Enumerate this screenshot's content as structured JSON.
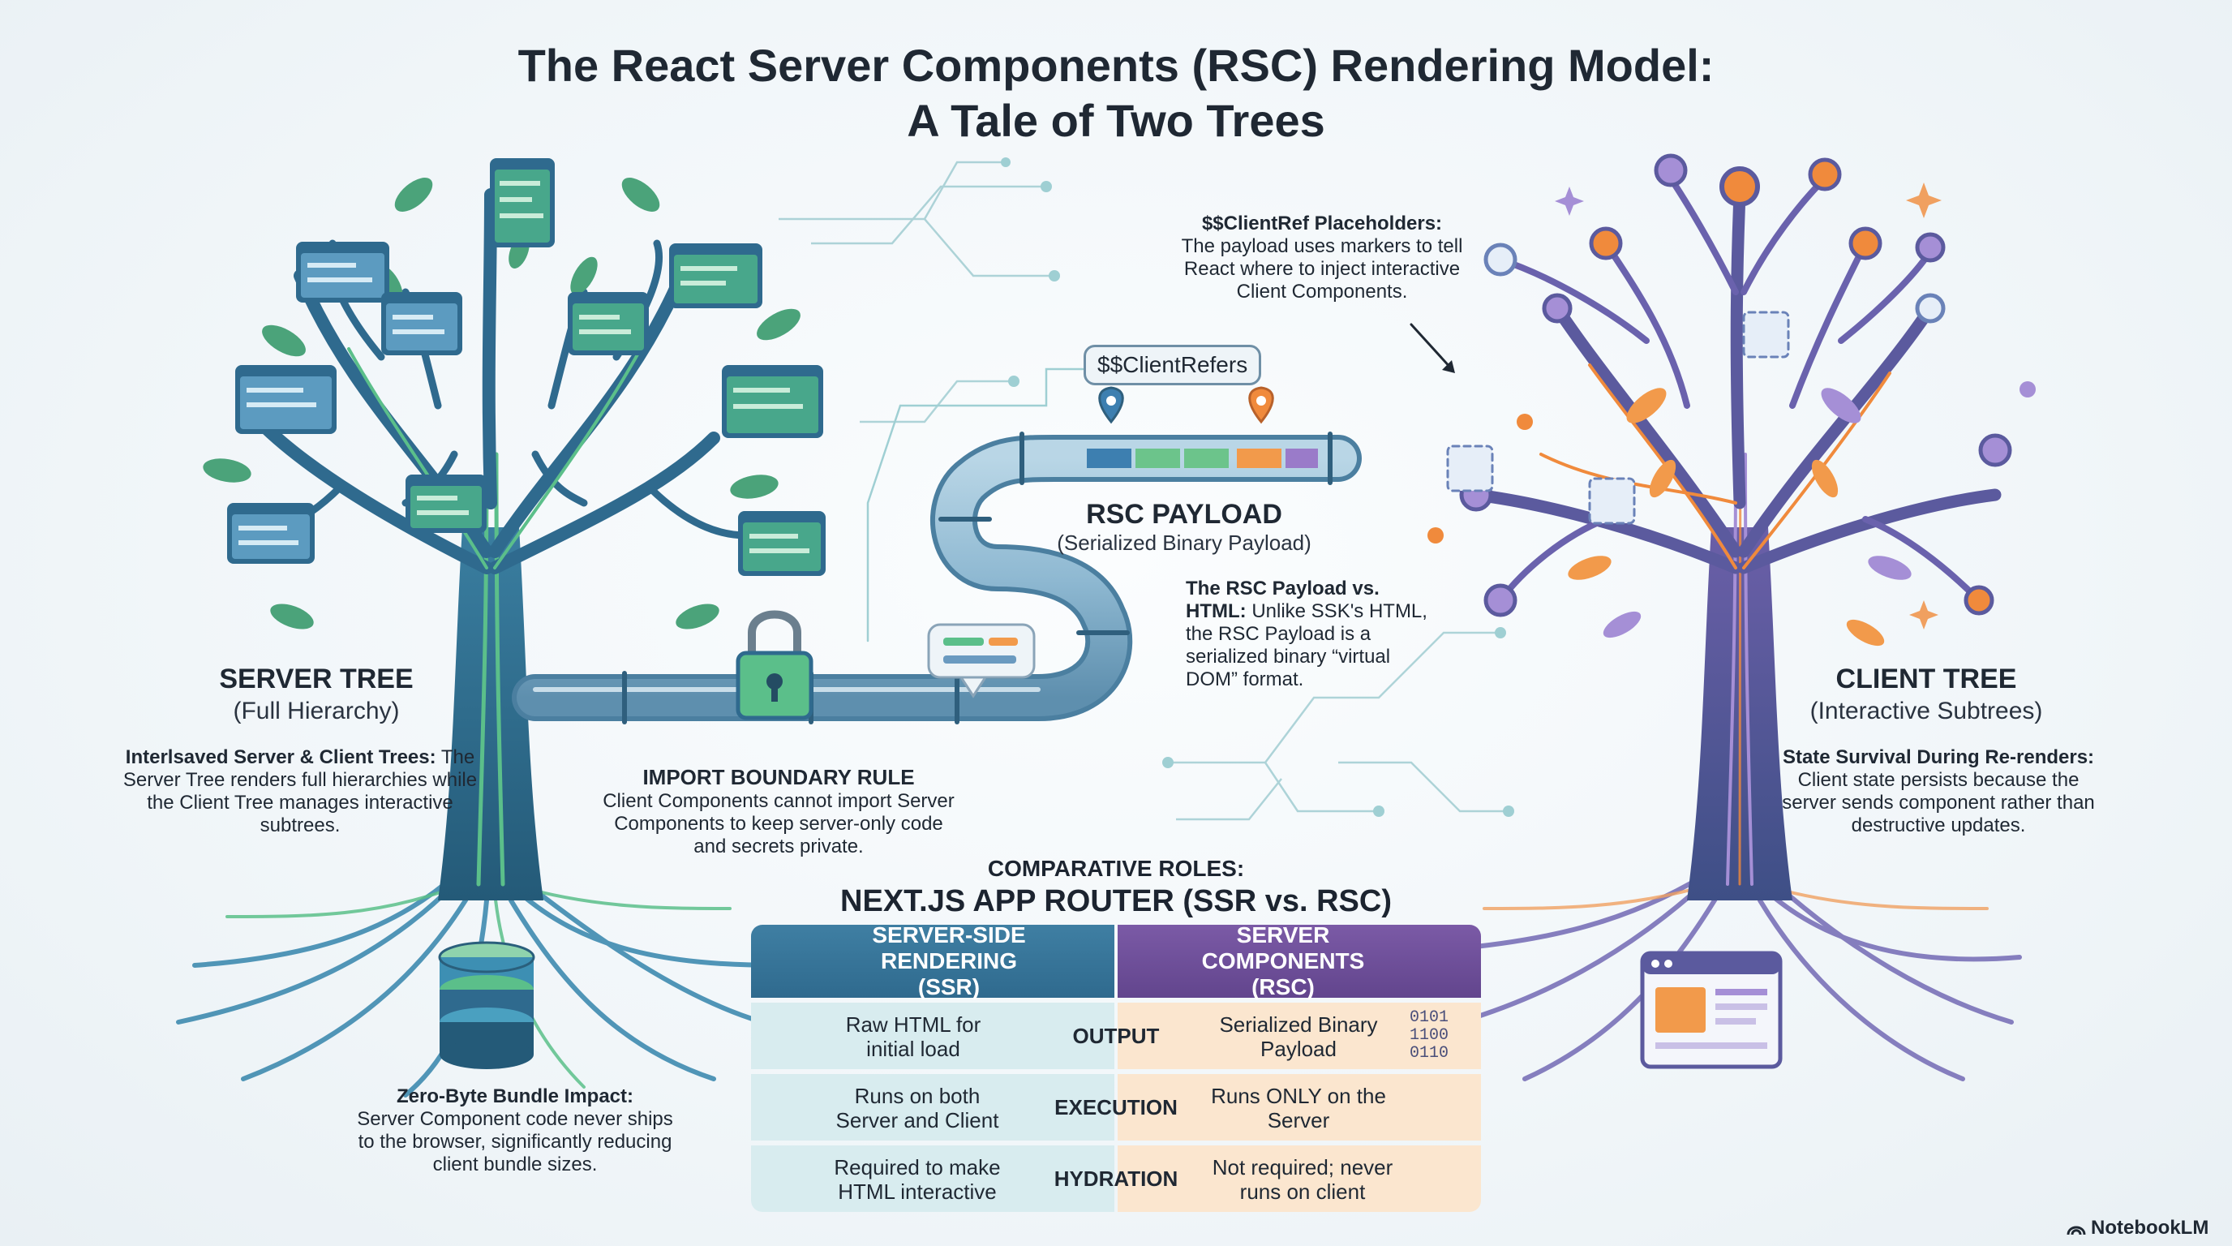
{
  "title": {
    "line1": "The React Server Components (RSC) Rendering Model:",
    "line2": "A Tale of Two Trees"
  },
  "server_tree": {
    "header": "SERVER TREE",
    "subheader": "(Full Hierarchy)",
    "note_title": "Interlsaved Server & Client Trees:",
    "note_body": "The Server Tree renders full hierarchies while the Client Tree manages interactive subtrees.",
    "bundle_title": "Zero-Byte Bundle Impact:",
    "bundle_body": "Server Component code never ships to the browser, significantly reducing client bundle sizes."
  },
  "client_tree": {
    "header": "CLIENT TREE",
    "subheader": "(Interactive Subtrees)",
    "note_title": "State Survival During Re-renders:",
    "note_body": "Client state persists because the server sends component rather than destructive updates.",
    "placeholders_title": "$$ClientRef Placeholders:",
    "placeholders_body": "The payload uses markers to tell React where to inject interactive Client Components."
  },
  "pipe": {
    "chip": "$$ClientRefers",
    "payload_title": "RSC PAYLOAD",
    "payload_sub": "(Serialized Binary Payload)",
    "vs_title": "The RSC Payload vs. HTML:",
    "vs_body": "Unlike SSK's HTML, the RSC Payload is a serialized binary “virtual DOM” format.",
    "boundary_title": "IMPORT BOUNDARY RULE",
    "boundary_body": "Client Components cannot import Server Components to keep server-only code and secrets private."
  },
  "comparison": {
    "kicker": "COMPARATIVE ROLES:",
    "title": "NEXT.JS APP ROUTER (SSR vs. RSC)",
    "col_left": "SERVER-SIDE RENDERING (SSR)",
    "col_right": "SERVER COMPONENTS (RSC)",
    "rows": [
      {
        "label": "OUTPUT",
        "left": "Raw HTML for initial load",
        "right": "Serialized Binary Payload",
        "left_icon": "document-icon",
        "right_icon": "binary-icon"
      },
      {
        "label": "EXECUTION",
        "left": "Runs on both Server and Client",
        "right": "Runs ONLY on the Server",
        "left_icon": "chip-icon",
        "right_icon": "server-rack-icon"
      },
      {
        "label": "HYDRATION",
        "left": "Required to make HTML interactive",
        "right": "Not required; never runs on client",
        "left_icon": "water-drop-icon",
        "right_icon": "no-water-icon"
      }
    ],
    "binary_text": [
      "0101",
      "1100",
      "0110"
    ]
  },
  "brand": "NotebookLM",
  "colors": {
    "server_teal": "#2f6a8e",
    "server_green": "#5bbf8a",
    "client_purple": "#7b5aa6",
    "client_orange": "#f08a3c",
    "ssr_cell": "#d8ecef",
    "rsc_cell": "#fbe6cf"
  }
}
